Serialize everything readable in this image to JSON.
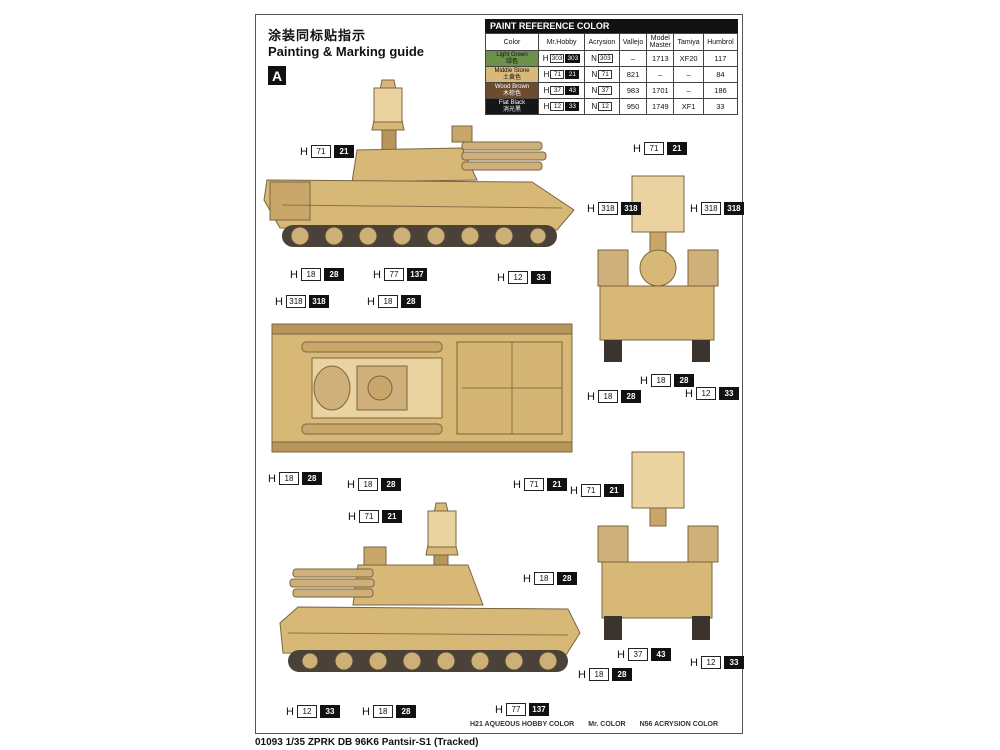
{
  "header": {
    "title_cn": "涂装同标贴指示",
    "title_en": "Painting & Marking guide",
    "section": "A"
  },
  "paint_table": {
    "title": "PAINT  REFERENCE COLOR",
    "columns": [
      "Color",
      "Mr.Hobby",
      "Acrysion",
      "Vallejo",
      "Model Master",
      "Tamiya",
      "Humbrol"
    ],
    "rows": [
      {
        "name_en": "Light Green",
        "name_cn": "绿色",
        "swatch": "#6f8f4c",
        "dark": false,
        "hobby_prefix": "H",
        "hobby_a": "303",
        "hobby_b": "303",
        "acrysion_prefix": "N",
        "acrysion": "303",
        "vallejo": "–",
        "model_master": "1713",
        "tamiya": "XF20",
        "humbrol": "117"
      },
      {
        "name_en": "Middle Stone",
        "name_cn": "土黄色",
        "swatch": "#d9b977",
        "dark": false,
        "hobby_prefix": "H",
        "hobby_a": "71",
        "hobby_b": "21",
        "acrysion_prefix": "N",
        "acrysion": "71",
        "vallejo": "821",
        "model_master": "–",
        "tamiya": "–",
        "humbrol": "84"
      },
      {
        "name_en": "Wood Brown",
        "name_cn": "木棕色",
        "swatch": "#6d4b2f",
        "dark": true,
        "hobby_prefix": "H",
        "hobby_a": "37",
        "hobby_b": "43",
        "acrysion_prefix": "N",
        "acrysion": "37",
        "vallejo": "983",
        "model_master": "1701",
        "tamiya": "–",
        "humbrol": "186"
      },
      {
        "name_en": "Flat Black",
        "name_cn": "消光黑",
        "swatch": "#161616",
        "dark": true,
        "hobby_prefix": "H",
        "hobby_a": "12",
        "hobby_b": "33",
        "acrysion_prefix": "N",
        "acrysion": "12",
        "vallejo": "950",
        "model_master": "1749",
        "tamiya": "XF1",
        "humbrol": "33"
      }
    ]
  },
  "callouts": [
    {
      "pfx": "H",
      "a": "71",
      "b": "21"
    },
    {
      "pfx": "H",
      "a": "18",
      "b": "28"
    },
    {
      "pfx": "H",
      "a": "77",
      "b": "137"
    },
    {
      "pfx": "H",
      "a": "12",
      "b": "33"
    },
    {
      "pfx": "H",
      "a": "71",
      "b": "21"
    },
    {
      "pfx": "H",
      "a": "318",
      "b": "318"
    },
    {
      "pfx": "H",
      "a": "318",
      "b": "318"
    },
    {
      "pfx": "H",
      "a": "18",
      "b": "28"
    },
    {
      "pfx": "H",
      "a": "18",
      "b": "28"
    },
    {
      "pfx": "H",
      "a": "12",
      "b": "33"
    },
    {
      "pfx": "H",
      "a": "318",
      "b": "318"
    },
    {
      "pfx": "H",
      "a": "18",
      "b": "28"
    },
    {
      "pfx": "H",
      "a": "18",
      "b": "28"
    },
    {
      "pfx": "H",
      "a": "18",
      "b": "28"
    },
    {
      "pfx": "H",
      "a": "71",
      "b": "21"
    },
    {
      "pfx": "H",
      "a": "71",
      "b": "21"
    },
    {
      "pfx": "H",
      "a": "71",
      "b": "21"
    },
    {
      "pfx": "H",
      "a": "18",
      "b": "28"
    },
    {
      "pfx": "H",
      "a": "37",
      "b": "43"
    },
    {
      "pfx": "H",
      "a": "18",
      "b": "28"
    },
    {
      "pfx": "H",
      "a": "12",
      "b": "33"
    },
    {
      "pfx": "H",
      "a": "12",
      "b": "33"
    },
    {
      "pfx": "H",
      "a": "18",
      "b": "28"
    },
    {
      "pfx": "H",
      "a": "77",
      "b": "137"
    }
  ],
  "legend": {
    "hobby": "H21 AQUEOUS HOBBY COLOR",
    "mr": "Mr. COLOR",
    "acrysion": "N56 ACRYSION COLOR"
  },
  "footer": {
    "kit": "01093 1/35  ZPRK DB 96K6 Pantsir-S1 (Tracked)"
  },
  "colors": {
    "sand": "#d8b877",
    "sand_dark": "#b8955a",
    "sand_light": "#ead3a0",
    "track": "#4a4238"
  }
}
